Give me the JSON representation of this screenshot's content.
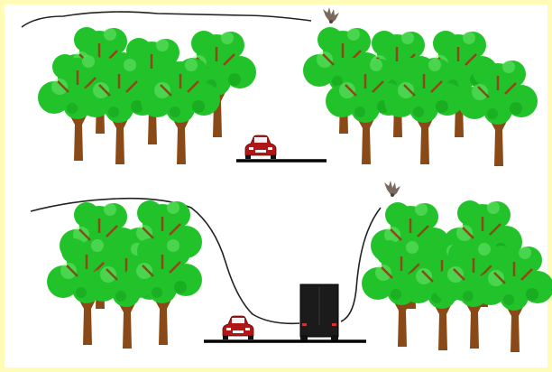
{
  "palette": {
    "border": "#fffcb8",
    "foliage": "#22c32a",
    "foliage_dark": "#139b1c",
    "foliage_light": "#7dea7a",
    "trunk": "#8a4a18",
    "road": "#000000",
    "flight_path": "#222222",
    "car_body": "#b01616",
    "truck_body": "#1b1b1b",
    "bat": "#7a6a5e"
  },
  "scenes": [
    {
      "name": "top-scene",
      "description_icons": [
        "tree-icon",
        "car-icon",
        "bat-icon",
        "flight-path"
      ]
    },
    {
      "name": "bottom-scene",
      "description_icons": [
        "tree-icon",
        "car-icon",
        "truck-icon",
        "bat-icon",
        "flight-path"
      ]
    }
  ]
}
